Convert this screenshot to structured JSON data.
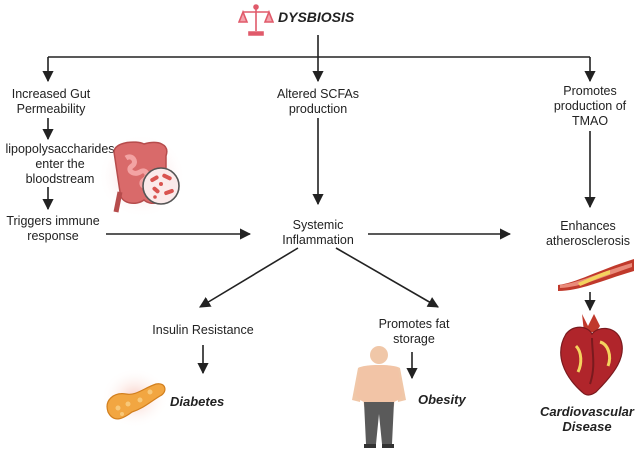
{
  "title": "DYSBIOSIS",
  "nodes": {
    "gut_permeability": "Increased Gut\nPermeability",
    "scfa": "Altered SCFAs\nproduction",
    "tmao": "Promotes\nproduction of\nTMAO",
    "lps": "lipopolysaccharides\nenter the\nbloodstream",
    "immune": "Triggers immune\nresponse",
    "inflammation": "Systemic\nInflammation",
    "atherosclerosis": "Enhances\natherosclerosis",
    "insulin": "Insulin Resistance",
    "fat": "Promotes fat\nstorage",
    "diabetes": "Diabetes",
    "obesity": "Obesity",
    "cvd": "Cardiovascular\nDisease"
  },
  "icons": {
    "scale": "balance-scale-icon",
    "intestine": "intestine-icon",
    "bacteria": "bacteria-icon",
    "artery": "artery-plaque-icon",
    "pancreas": "pancreas-icon",
    "person": "person-icon",
    "heart": "heart-icon"
  },
  "colors": {
    "accent": "#e05a6a",
    "arrow": "#222222"
  }
}
